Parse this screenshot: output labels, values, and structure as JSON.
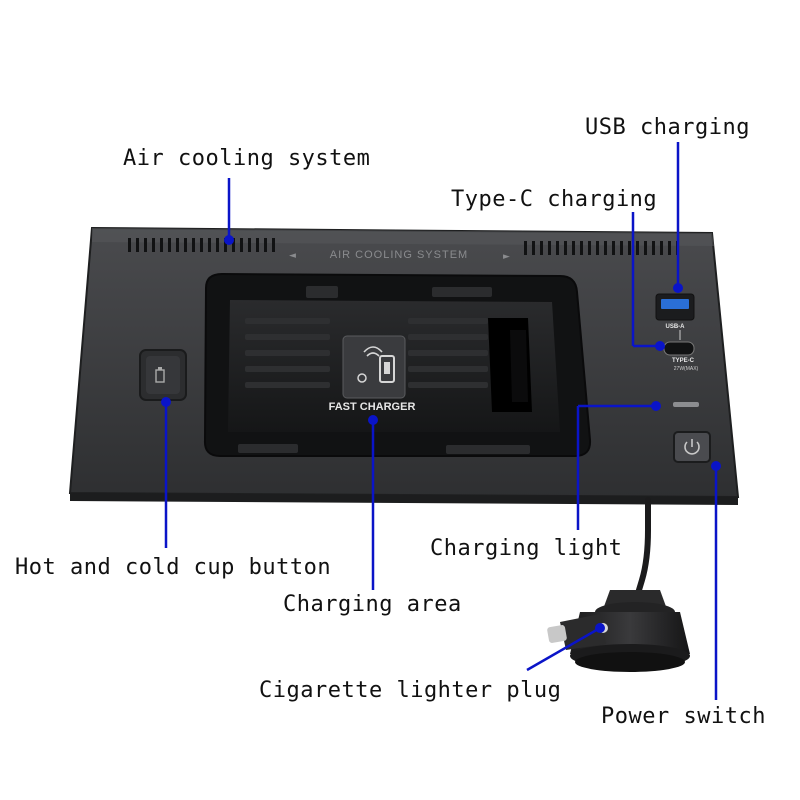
{
  "labels": {
    "usb_charging": "USB charging",
    "air_cooling_system": "Air cooling system",
    "type_c_charging": "Type-C charging",
    "hot_cold_cup_button": "Hot and cold cup button",
    "charging_light": "Charging light",
    "charging_area": "Charging area",
    "cigarette_lighter_plug": "Cigarette lighter plug",
    "power_switch": "Power switch"
  },
  "device_print": {
    "vent_text": "AIR COOLING SYSTEM",
    "pad_text": "FAST CHARGER",
    "usb_a": "USB-A",
    "type_c": "TYPE-C",
    "type_c_rating": "27W(MAX)"
  },
  "colors": {
    "pointer": "#0a14c8",
    "body": "#3d3e40",
    "pad": "#1f2022",
    "port_blue": "#2a6fd6"
  },
  "icons": {
    "power": "power-icon",
    "wireless": "wireless-charging-icon",
    "cup": "cup-icon"
  }
}
